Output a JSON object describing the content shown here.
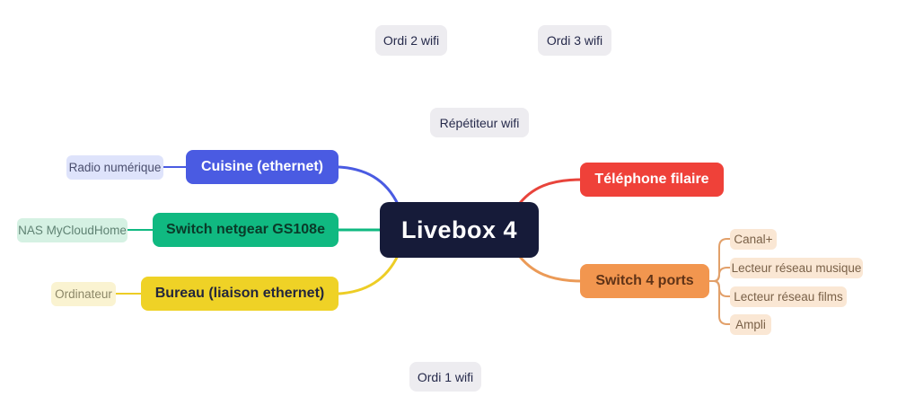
{
  "canvas": {
    "background": "#FFFFFF"
  },
  "root": {
    "label": "Livebox 4",
    "bg": "#161B39",
    "fg": "#FFFFFF"
  },
  "branches": [
    {
      "label": "Cuisine (ethernet)",
      "bg": "#4A5BE2",
      "fg": "#FFFFFF",
      "line": "#4A5BE2",
      "children": [
        {
          "label": "Radio numérique",
          "bg": "#DEE3FB",
          "fg": "#4A4E6E"
        }
      ]
    },
    {
      "label": "Switch netgear GS108e",
      "bg": "#10B981",
      "fg": "#0A3A29",
      "line": "#10B981",
      "children": [
        {
          "label": "NAS MyCloudHome",
          "bg": "#D5F1E3",
          "fg": "#5F8273"
        }
      ]
    },
    {
      "label": "Bureau (liaison ethernet)",
      "bg": "#EFD226",
      "fg": "#23263C",
      "line": "#EDCD25",
      "children": [
        {
          "label": "Ordinateur",
          "bg": "#FAF3D1",
          "fg": "#8C8768"
        }
      ]
    },
    {
      "label": "Téléphone filaire",
      "bg": "#EF4139",
      "fg": "#FFFFFF",
      "line": "#E8443B",
      "children": []
    },
    {
      "label": "Switch 4 ports",
      "bg": "#F2964F",
      "fg": "#5F3317",
      "line": "#EB9A57",
      "children": [
        {
          "label": "Canal+",
          "bg": "#FAE7D4",
          "fg": "#7A6148"
        },
        {
          "label": "Lecteur réseau musique",
          "bg": "#FAE7D4",
          "fg": "#7A6148"
        },
        {
          "label": "Lecteur réseau films",
          "bg": "#FAE7D4",
          "fg": "#7A6148"
        },
        {
          "label": "Ampli",
          "bg": "#FAE7D4",
          "fg": "#7A6148"
        }
      ]
    }
  ],
  "floating_nodes": [
    {
      "label": "Ordi 2 wifi"
    },
    {
      "label": "Ordi 3 wifi"
    },
    {
      "label": "Répétiteur wifi"
    },
    {
      "label": "Ordi 1 wifi"
    }
  ],
  "floating_style": {
    "bg": "#EDECF0",
    "fg": "#262A4B"
  }
}
